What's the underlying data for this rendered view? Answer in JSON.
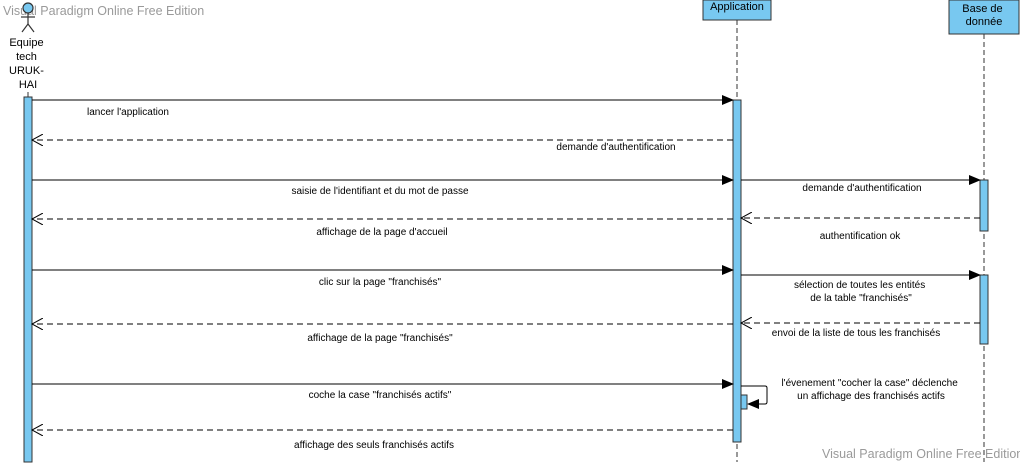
{
  "watermark_top": "Visual Paradigm Online Free Edition",
  "watermark_bottom": "Visual Paradigm Online Free Edition",
  "colors": {
    "lifeline_fill": "#78c8f0",
    "lifeline_stroke": "#333333",
    "line": "#000000"
  },
  "participants": {
    "actor": {
      "lines": [
        "Equipe",
        "tech",
        "URUK-",
        "HAI"
      ],
      "icon": "stick-figure-icon"
    },
    "application": {
      "label": "Application"
    },
    "database": {
      "lines": [
        "Base de",
        "donnée"
      ]
    }
  },
  "messages": [
    {
      "label": "lancer l'application"
    },
    {
      "label": "demande d'authentification"
    },
    {
      "label": "saisie de l'identifiant et du mot de passe"
    },
    {
      "label": "demande d'authentification"
    },
    {
      "label": "authentification ok"
    },
    {
      "label": "affichage de la page d'accueil"
    },
    {
      "label": "clic sur la page \"franchisés\""
    },
    {
      "lines": [
        "sélection de toutes les entités",
        "de la table \"franchisés\""
      ]
    },
    {
      "label": "envoi de la liste de tous les franchisés"
    },
    {
      "label": "affichage de la page \"franchisés\""
    },
    {
      "label": "coche la case \"franchisés actifs\""
    },
    {
      "lines": [
        "l'évenement \"cocher la case\" déclenche",
        "un affichage des franchisés actifs"
      ]
    },
    {
      "label": "affichage des  seuls franchisés actifs"
    }
  ]
}
